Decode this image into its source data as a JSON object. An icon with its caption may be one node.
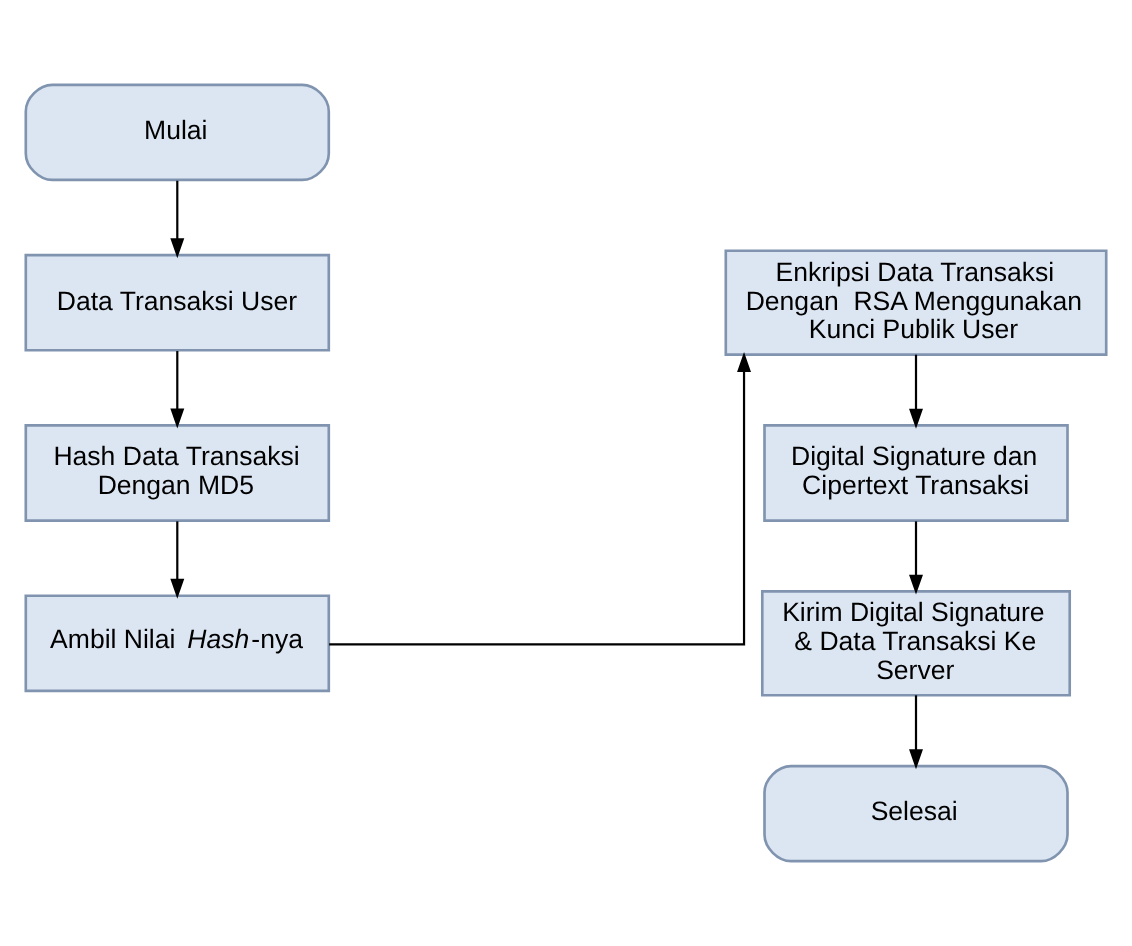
{
  "diagram": {
    "nodes": [
      {
        "text": [
          "Mulai"
        ]
      },
      {
        "text": [
          "Data Transaksi User"
        ]
      },
      {
        "text": [
          "Hash Data Transaksi Dengan MD5"
        ]
      },
      {
        "text": [
          "Ambil Nilai *Hash*-nya"
        ]
      },
      {
        "text": [
          "Enkripsi Data Transaksi Dengan  RSA Menggunakan Kunci Publik User"
        ]
      },
      {
        "text": [
          "Digital Signature dan Cipertext Transaksi"
        ]
      },
      {
        "text": [
          "Kirim Digital Signature & Data Transaksi Ke Server"
        ]
      },
      {
        "text": [
          "Selesai"
        ]
      }
    ],
    "edges": [
      {
        "from": 0,
        "to": 1,
        "arrow": "to"
      },
      {
        "from": 1,
        "to": 2,
        "arrow": "to"
      },
      {
        "from": 2,
        "to": 3,
        "arrow": "to"
      },
      {
        "from": 3,
        "to": 4,
        "arrow": "to"
      },
      {
        "from": 4,
        "to": 5,
        "arrow": "to"
      },
      {
        "from": 5,
        "to": 6,
        "arrow": "to"
      },
      {
        "from": 6,
        "to": 7,
        "arrow": "to"
      }
    ]
  }
}
